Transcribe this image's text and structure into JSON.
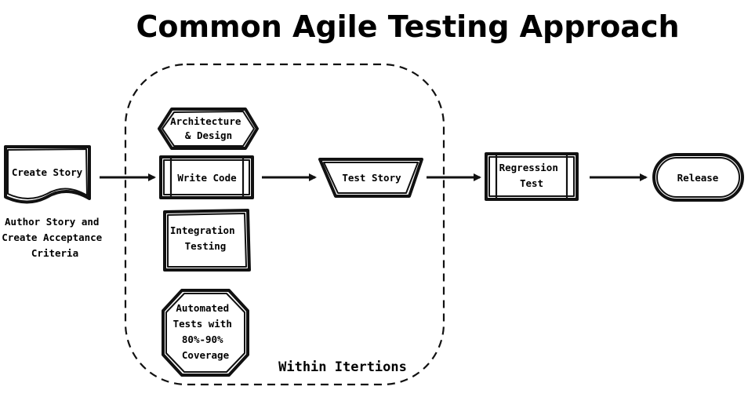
{
  "diagram": {
    "title": "Common Agile Testing Approach",
    "nodes": {
      "create_story": {
        "lines": [
          "Create Story"
        ]
      },
      "author_caption": {
        "lines": [
          "Author Story and",
          "Create Acceptance",
          "Criteria"
        ]
      },
      "architecture": {
        "lines": [
          "Architecture",
          "& Design"
        ]
      },
      "write_code": {
        "lines": [
          "Write Code"
        ]
      },
      "integration": {
        "lines": [
          "Integration",
          "Testing"
        ]
      },
      "automated": {
        "lines": [
          "Automated",
          "Tests with",
          "80%-90%",
          "Coverage"
        ]
      },
      "test_story": {
        "lines": [
          "Test Story"
        ]
      },
      "regression": {
        "lines": [
          "Regression",
          "Test"
        ]
      },
      "release": {
        "lines": [
          "Release"
        ]
      }
    },
    "group_label": "Within Itertions",
    "colors": {
      "ink": "#111111",
      "background": "#ffffff"
    }
  }
}
